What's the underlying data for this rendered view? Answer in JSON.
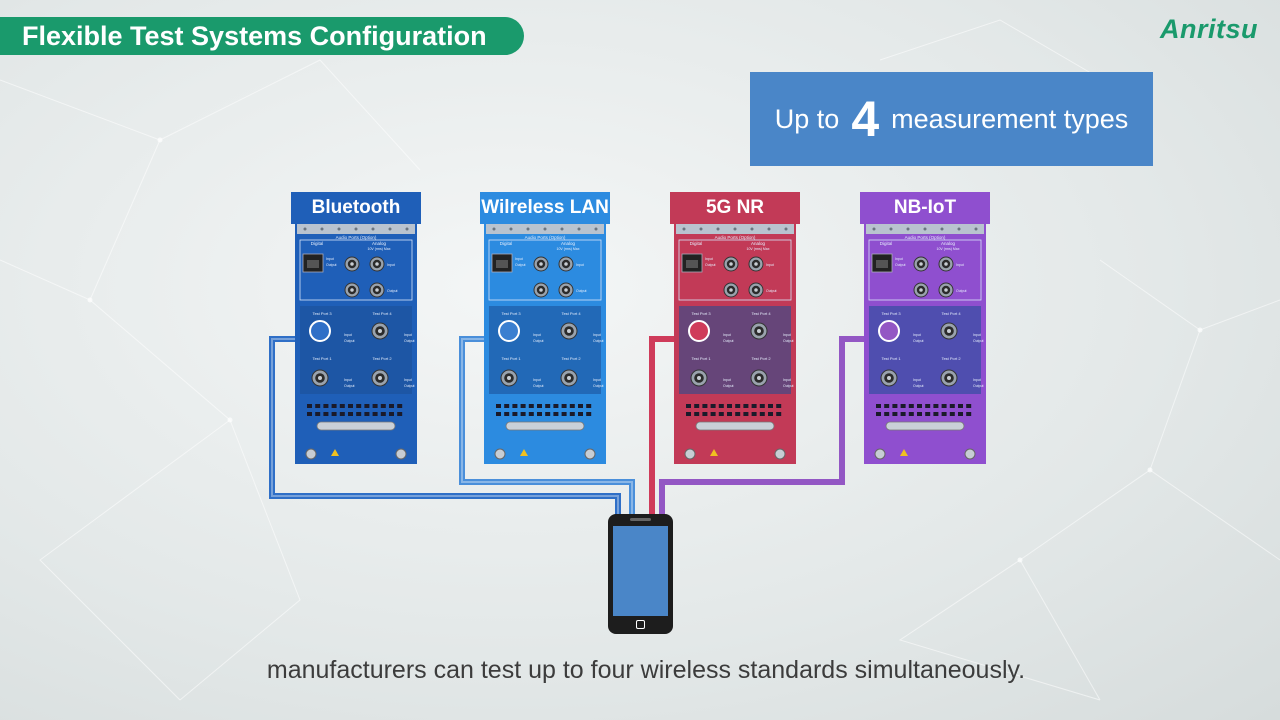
{
  "header": {
    "title": "Flexible Test Systems Configuration",
    "logo": "Anritsu"
  },
  "measurement_box": {
    "prefix": "Up to",
    "number": "4",
    "suffix": "measurement types"
  },
  "modules": [
    {
      "label": "Bluetooth",
      "color": "#1f5fb8",
      "connector_color": "#2f6fc7"
    },
    {
      "label": "Wilreless LAN",
      "color": "#2c8be0",
      "connector_color": "#3a7fd0"
    },
    {
      "label": "5G NR",
      "color": "#c23a57",
      "connector_color": "#cf3b5a"
    },
    {
      "label": "NB-IoT",
      "color": "#8f4fcf",
      "connector_color": "#9357c4"
    }
  ],
  "panel_text": {
    "audio_ports": "Audio Ports (Option)",
    "digital": "Digital",
    "analog": "Analog",
    "analog_max": "10V (rms) Max",
    "test_port_3": "Test Port 3",
    "test_port_4": "Test Port 4",
    "test_port_1": "Test Port 1",
    "test_port_2": "Test Port 2",
    "input": "Input",
    "output": "Output"
  },
  "device": {
    "icon": "smartphone-icon",
    "screen_color": "#4a86c8"
  },
  "caption": "manufacturers can test up to four wireless standards simultaneously."
}
